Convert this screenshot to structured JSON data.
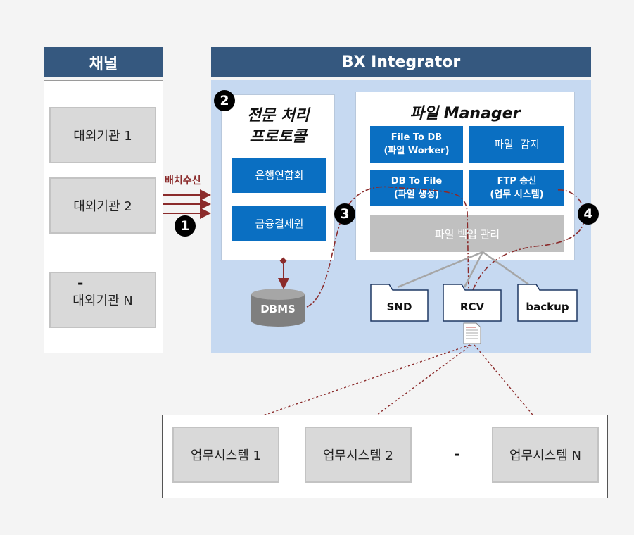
{
  "channel": {
    "title": "채널",
    "items": [
      "대외기관 1",
      "대외기관 2",
      "대외기관 N"
    ],
    "ellipsis": "-"
  },
  "batch_label": "배치수신",
  "integrator": {
    "title": "BX Integrator",
    "protocol": {
      "title_line1": "전문 처리",
      "title_line2": "프로토콜",
      "items": [
        "은행연합회",
        "금융결제원"
      ]
    },
    "dbms": "DBMS",
    "file_manager": {
      "title": "파일 Manager",
      "file_to_db": [
        "File To DB",
        "(파일 Worker)"
      ],
      "watch": "파일  감지",
      "db_to_file": [
        "DB To File",
        "(파일 생성)"
      ],
      "ftp_send": [
        "FTP 송신",
        "(업무 시스템)"
      ],
      "backup_mgmt": "파일 백업 관리"
    },
    "folders": [
      "SND",
      "RCV",
      "backup"
    ]
  },
  "steps": [
    "1",
    "2",
    "3",
    "4"
  ],
  "business": {
    "items": [
      "업무시스템 1",
      "업무시스템 2",
      "업무시스템 N"
    ],
    "ellipsis": "-"
  },
  "colors": {
    "header": "#35587f",
    "integrator_bg": "#c6d9f1",
    "blue_box": "#0a6fc2",
    "arrow": "#8b2b2b"
  }
}
